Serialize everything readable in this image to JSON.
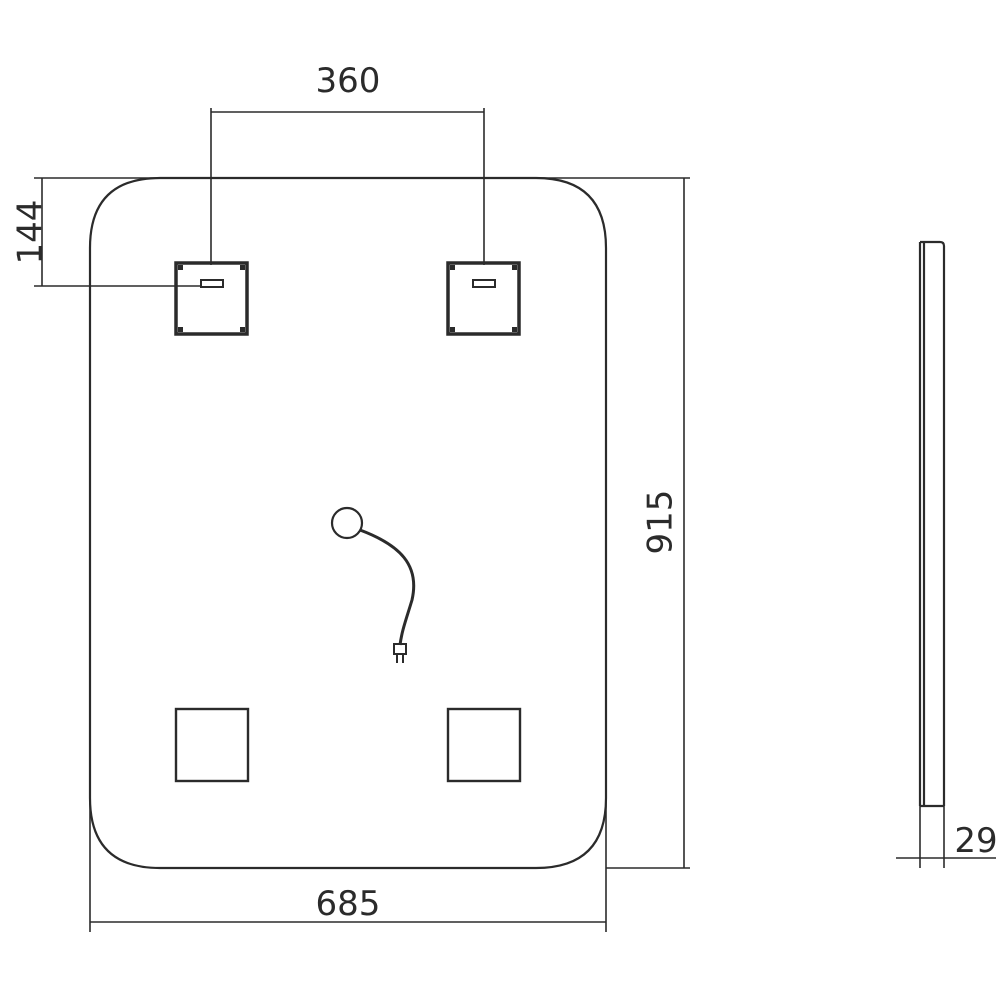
{
  "dimensions": {
    "width": "685",
    "height": "915",
    "bracket_spacing": "360",
    "bracket_offset": "144",
    "depth": "29"
  },
  "colors": {
    "line": "#2b2b2b",
    "background": "#ffffff"
  }
}
